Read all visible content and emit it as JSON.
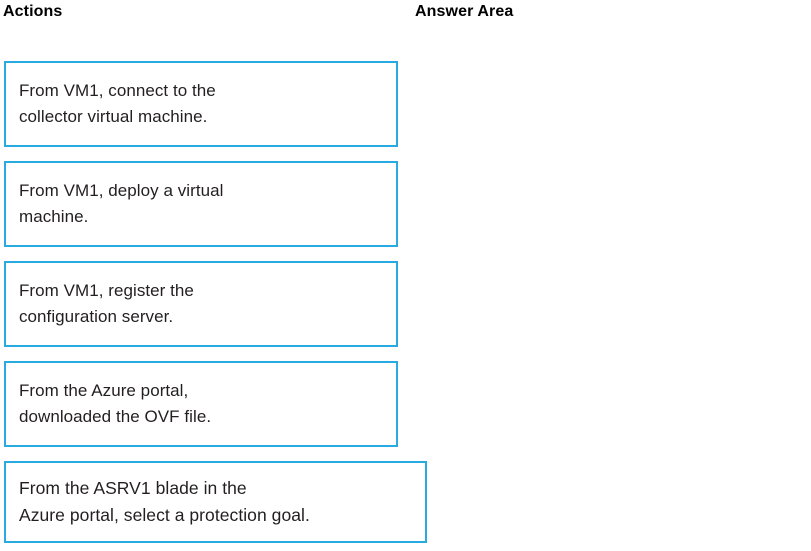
{
  "columns": {
    "actions_heading": "Actions",
    "answer_area_heading": "Answer Area"
  },
  "theme": {
    "card_border_color": "#29ABE2",
    "card_background": "#FFFFFF",
    "text_color": "#231F20",
    "page_background": "#FFFFFF"
  },
  "actions": [
    {
      "id": "action-1",
      "text": "From VM1, connect to the\ncollector virtual machine.",
      "line1": "From VM1, connect to the",
      "line2": "collector virtual machine."
    },
    {
      "id": "action-2",
      "text": "From VM1, deploy a virtual\nmachine.",
      "line1": "From VM1, deploy a virtual",
      "line2": "machine."
    },
    {
      "id": "action-3",
      "text": "From VM1, register the\nconfiguration server.",
      "line1": "From VM1, register the",
      "line2": "configuration server."
    },
    {
      "id": "action-4",
      "text": "From the Azure portal,\ndownloaded the OVF file.",
      "line1": "From the Azure portal,",
      "line2": "downloaded the OVF file."
    },
    {
      "id": "action-5",
      "text": "From the ASRV1 blade in the\nAzure portal, select a protection goal.",
      "line1": "From the ASRV1 blade in the",
      "line2": "Azure portal, select a protection goal."
    }
  ],
  "answer_area": {
    "items": [],
    "empty": true
  }
}
